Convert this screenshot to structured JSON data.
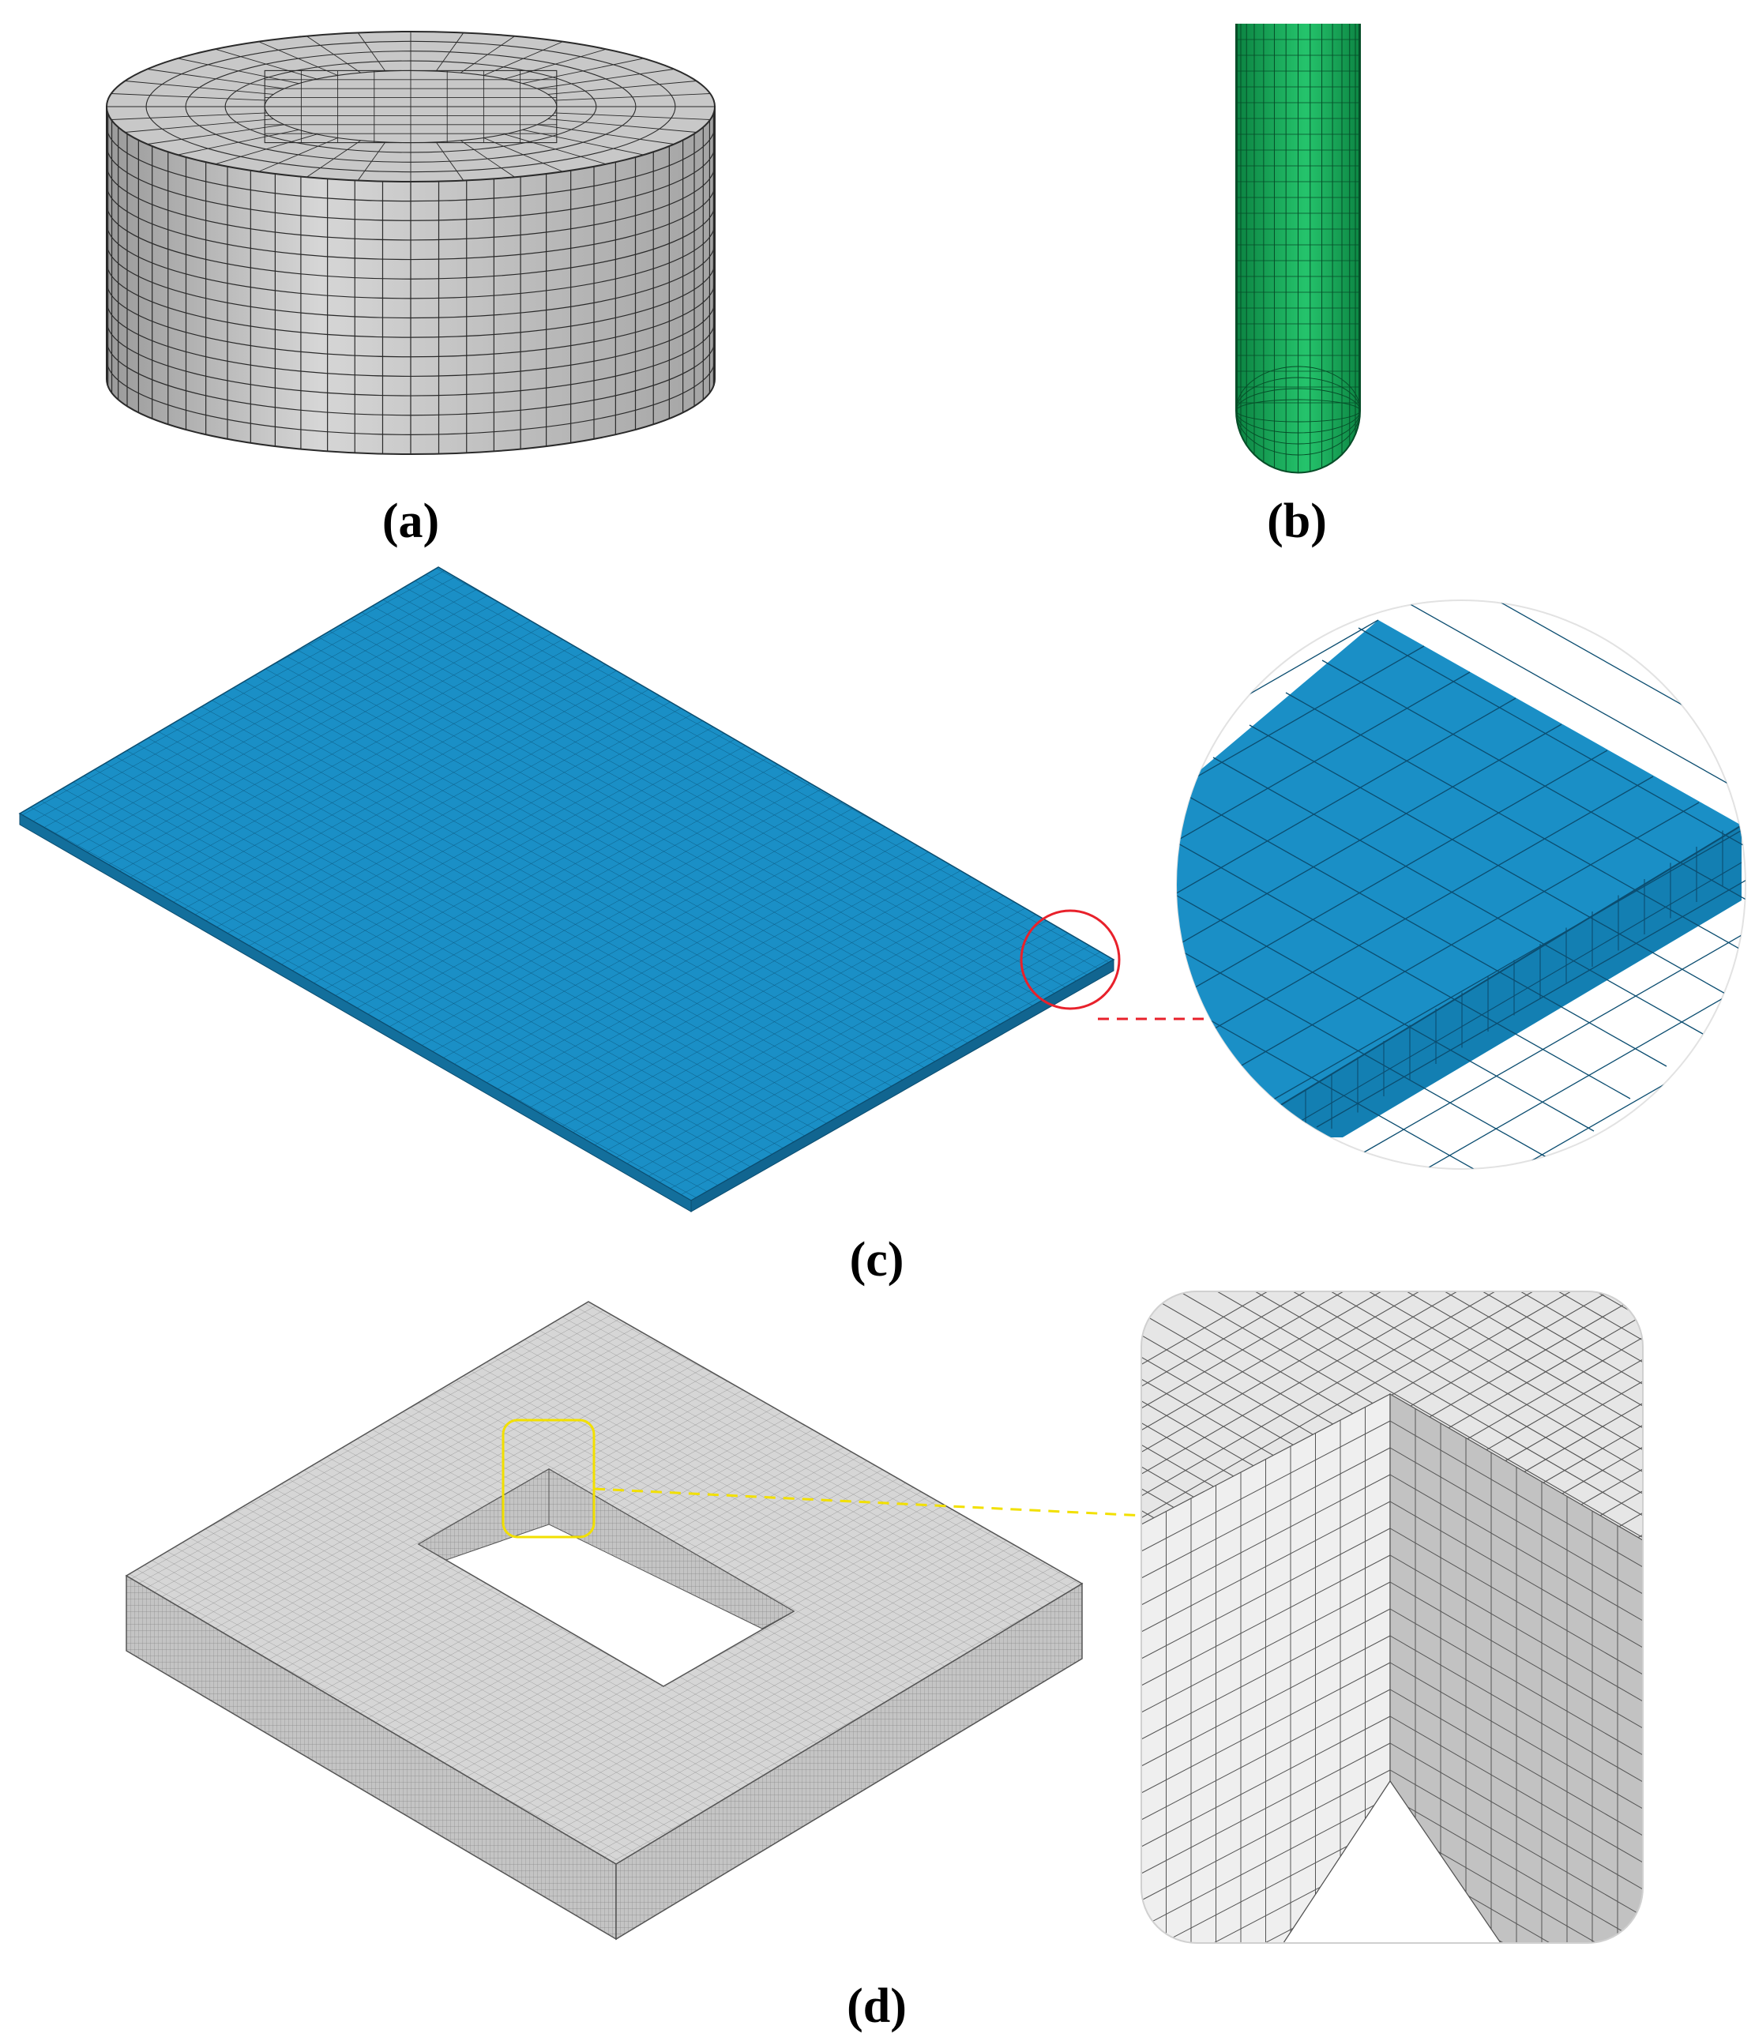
{
  "panels": {
    "a": {
      "label": "(a)",
      "mesh_color": "#c8c8c8",
      "line_color": "#2a2a2a"
    },
    "b": {
      "label": "(b)",
      "mesh_color": "#0f9a52",
      "line_color": "#064d28"
    },
    "c": {
      "label": "(c)",
      "mesh_color": "#1a8fc6",
      "line_color": "#0b4d70",
      "callout_color": "#e8212b"
    },
    "d": {
      "label": "(d)",
      "mesh_color": "#dcdcdc",
      "line_color": "#555555",
      "callout_color": "#f2e000"
    }
  }
}
